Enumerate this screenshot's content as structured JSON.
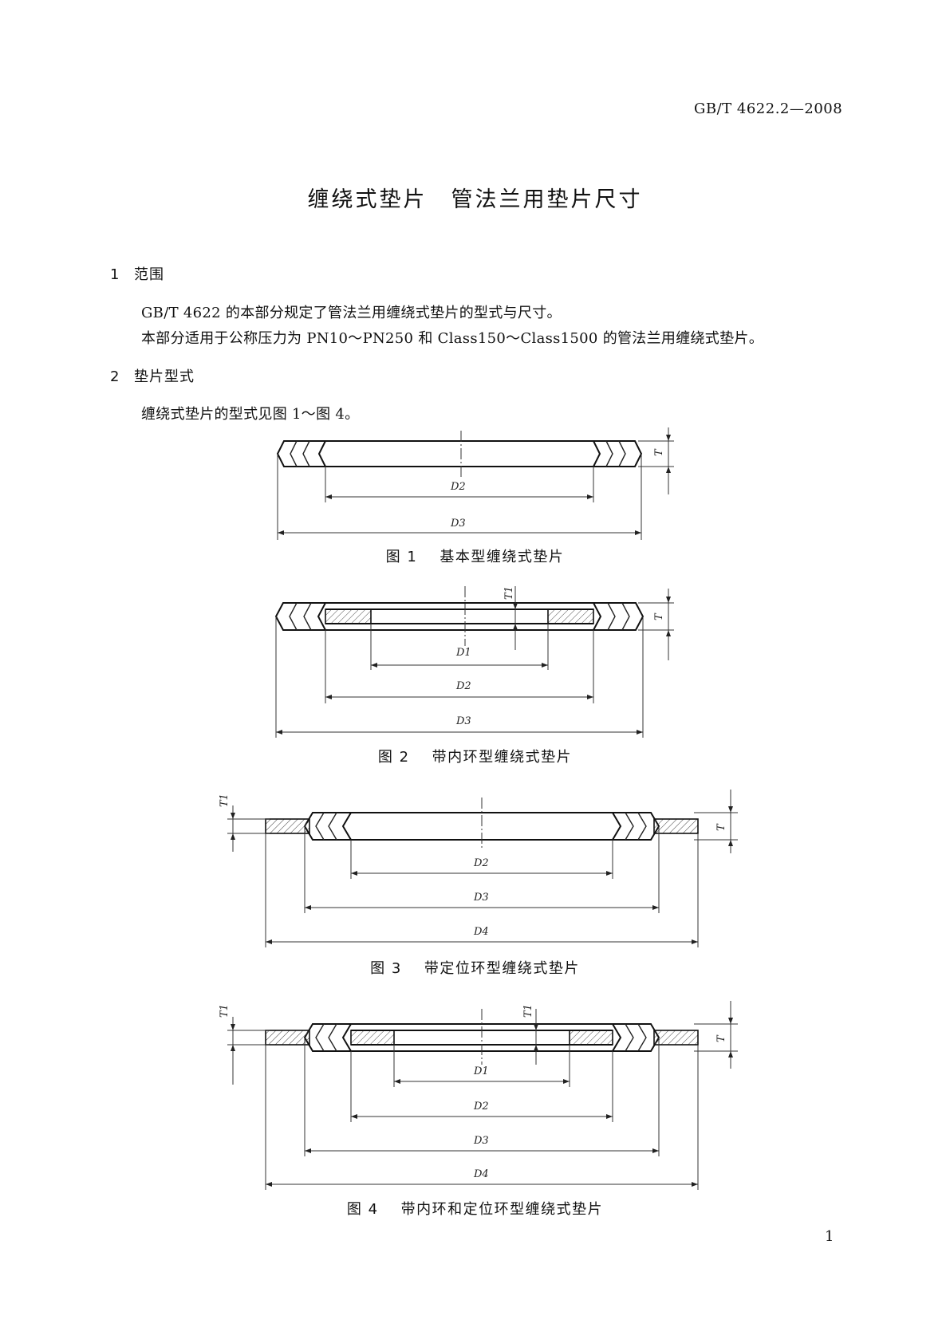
{
  "header": {
    "standard_code": "GB/T 4622.2—2008"
  },
  "title": "缠绕式垫片　管法兰用垫片尺寸",
  "sections": [
    {
      "num": "1",
      "title": "范围",
      "paragraphs": [
        "GB/T 4622 的本部分规定了管法兰用缠绕式垫片的型式与尺寸。",
        "本部分适用于公称压力为 PN10～PN250 和 Class150～Class1500 的管法兰用缠绕式垫片。"
      ]
    },
    {
      "num": "2",
      "title": "垫片型式",
      "paragraphs": [
        "缠绕式垫片的型式见图 1～图 4。"
      ]
    }
  ],
  "figures": [
    {
      "num": "图 1",
      "caption": "基本型缠绕式垫片",
      "labels": [
        "T",
        "D2",
        "D3"
      ]
    },
    {
      "num": "图 2",
      "caption": "带内环型缠绕式垫片",
      "labels": [
        "T1",
        "T",
        "D1",
        "D2",
        "D3"
      ]
    },
    {
      "num": "图 3",
      "caption": "带定位环型缠绕式垫片",
      "labels": [
        "T1",
        "T",
        "D2",
        "D3",
        "D4"
      ]
    },
    {
      "num": "图 4",
      "caption": "带内环和定位环型缠绕式垫片",
      "labels": [
        "T1",
        "T1",
        "T",
        "D1",
        "D2",
        "D3",
        "D4"
      ]
    }
  ],
  "page_number": "1"
}
